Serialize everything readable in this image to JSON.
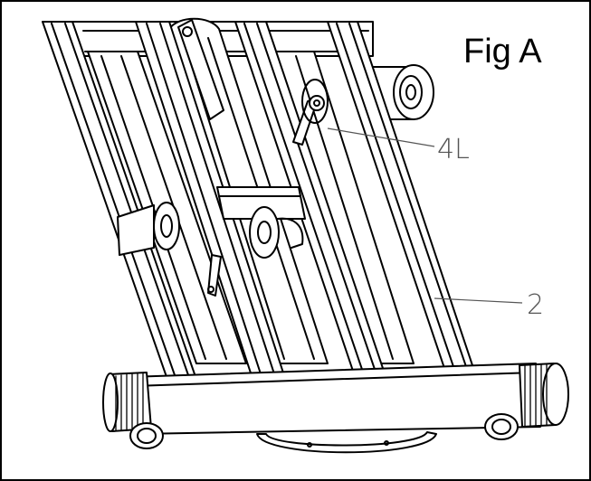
{
  "figure": {
    "title": "Fig A",
    "callouts": [
      {
        "id": "part-4l",
        "label": "4L"
      },
      {
        "id": "part-2",
        "label": "2"
      }
    ]
  },
  "colors": {
    "line": "#000000",
    "shade": "#d9d9d9",
    "callout_text": "#555555"
  }
}
